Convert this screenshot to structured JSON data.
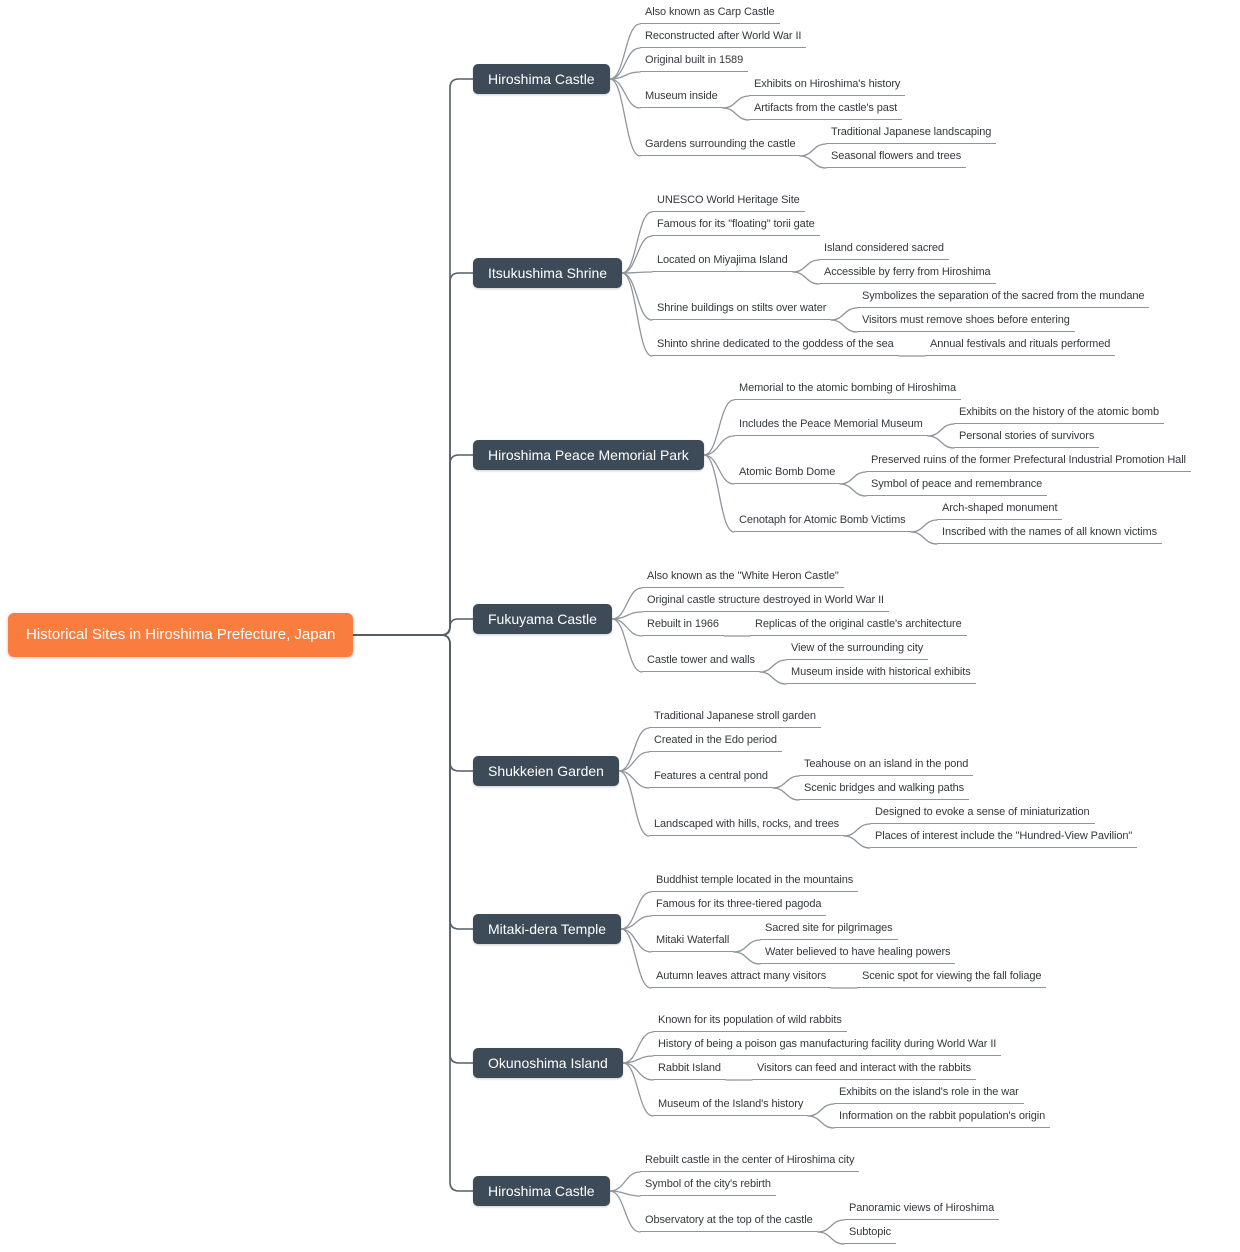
{
  "colors": {
    "background": "#ffffff",
    "central_topic_bg": "#f87d3e",
    "central_topic_text": "#ffffff",
    "main_topic_bg": "#3d4a57",
    "main_topic_text": "#ffffff",
    "subtopic_text": "#34383d",
    "trunk_line": "#535e69",
    "branch_line": "#8f959e",
    "underline": "#8f959e"
  },
  "mindmap": {
    "root": {
      "label": "Historical Sites in Hiroshima Prefecture, Japan",
      "children": [
        {
          "label": "Hiroshima Castle",
          "children": [
            {
              "label": "Also known as Carp Castle"
            },
            {
              "label": "Reconstructed after World War II"
            },
            {
              "label": "Original built in 1589"
            },
            {
              "label": "Museum inside",
              "children": [
                {
                  "label": "Exhibits on Hiroshima's history"
                },
                {
                  "label": "Artifacts from the castle's past"
                }
              ]
            },
            {
              "label": "Gardens surrounding the castle",
              "children": [
                {
                  "label": "Traditional Japanese landscaping"
                },
                {
                  "label": "Seasonal flowers and trees"
                }
              ]
            }
          ]
        },
        {
          "label": "Itsukushima Shrine",
          "children": [
            {
              "label": "UNESCO World Heritage Site"
            },
            {
              "label": "Famous for its \"floating\" torii gate"
            },
            {
              "label": "Located on Miyajima Island",
              "children": [
                {
                  "label": "Island considered sacred"
                },
                {
                  "label": "Accessible by ferry from Hiroshima"
                }
              ]
            },
            {
              "label": "Shrine buildings on stilts over water",
              "children": [
                {
                  "label": "Symbolizes the separation of the sacred from the mundane"
                },
                {
                  "label": "Visitors must remove shoes before entering"
                }
              ]
            },
            {
              "label": "Shinto shrine dedicated to the goddess of the sea",
              "children": [
                {
                  "label": "Annual festivals and rituals performed"
                }
              ]
            }
          ]
        },
        {
          "label": "Hiroshima Peace Memorial Park",
          "children": [
            {
              "label": "Memorial to the atomic bombing of Hiroshima"
            },
            {
              "label": "Includes the Peace Memorial Museum",
              "children": [
                {
                  "label": "Exhibits on the history of the atomic bomb"
                },
                {
                  "label": "Personal stories of survivors"
                }
              ]
            },
            {
              "label": "Atomic Bomb Dome",
              "children": [
                {
                  "label": "Preserved ruins of the former Prefectural Industrial Promotion Hall"
                },
                {
                  "label": "Symbol of peace and remembrance"
                }
              ]
            },
            {
              "label": "Cenotaph for Atomic Bomb Victims",
              "children": [
                {
                  "label": "Arch-shaped monument"
                },
                {
                  "label": "Inscribed with the names of all known victims"
                }
              ]
            }
          ]
        },
        {
          "label": "Fukuyama Castle",
          "children": [
            {
              "label": "Also known as the \"White Heron Castle\""
            },
            {
              "label": "Original castle structure destroyed in World War II"
            },
            {
              "label": "Rebuilt in 1966",
              "children": [
                {
                  "label": "Replicas of the original castle's architecture"
                }
              ]
            },
            {
              "label": "Castle tower and walls",
              "children": [
                {
                  "label": "View of the surrounding city"
                },
                {
                  "label": "Museum inside with historical exhibits"
                }
              ]
            }
          ]
        },
        {
          "label": "Shukkeien Garden",
          "children": [
            {
              "label": "Traditional Japanese stroll garden"
            },
            {
              "label": "Created in the Edo period"
            },
            {
              "label": "Features a central pond",
              "children": [
                {
                  "label": "Teahouse on an island in the pond"
                },
                {
                  "label": "Scenic bridges and walking paths"
                }
              ]
            },
            {
              "label": "Landscaped with hills, rocks, and trees",
              "children": [
                {
                  "label": "Designed to evoke a sense of miniaturization"
                },
                {
                  "label": "Places of interest include the \"Hundred-View Pavilion\""
                }
              ]
            }
          ]
        },
        {
          "label": "Mitaki-dera Temple",
          "children": [
            {
              "label": "Buddhist temple located in the mountains"
            },
            {
              "label": "Famous for its three-tiered pagoda"
            },
            {
              "label": "Mitaki Waterfall",
              "children": [
                {
                  "label": "Sacred site for pilgrimages"
                },
                {
                  "label": "Water believed to have healing powers"
                }
              ]
            },
            {
              "label": "Autumn leaves attract many visitors",
              "children": [
                {
                  "label": "Scenic spot for viewing the fall foliage"
                }
              ]
            }
          ]
        },
        {
          "label": "Okunoshima Island",
          "children": [
            {
              "label": "Known for its population of wild rabbits"
            },
            {
              "label": "History of being a poison gas manufacturing facility during World War II"
            },
            {
              "label": "Rabbit Island",
              "children": [
                {
                  "label": "Visitors can feed and interact with the rabbits"
                }
              ]
            },
            {
              "label": "Museum of the Island's history",
              "children": [
                {
                  "label": "Exhibits on the island's role in the war"
                },
                {
                  "label": "Information on the rabbit population's origin"
                }
              ]
            }
          ]
        },
        {
          "label": "Hiroshima Castle",
          "children": [
            {
              "label": "Rebuilt castle in the center of Hiroshima city"
            },
            {
              "label": "Symbol of the city's rebirth"
            },
            {
              "label": "Observatory at the top of the castle",
              "children": [
                {
                  "label": "Panoramic views of Hiroshima"
                },
                {
                  "label": "Subtopic"
                }
              ]
            }
          ]
        }
      ]
    }
  }
}
